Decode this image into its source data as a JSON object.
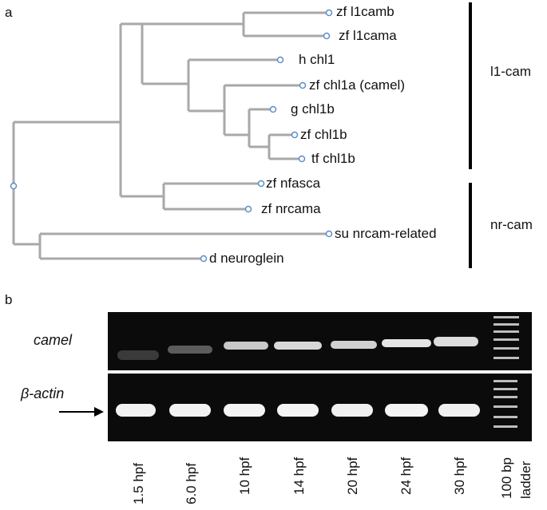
{
  "panel_a": {
    "letter": "a",
    "leaves": [
      {
        "label": "zf l1camb"
      },
      {
        "label": "zf l1cama"
      },
      {
        "label": "h chl1"
      },
      {
        "label": "zf chl1a (camel)"
      },
      {
        "label": "g chl1b"
      },
      {
        "label": "zf chl1b"
      },
      {
        "label": "tf chl1b"
      },
      {
        "label": "zf nfasca"
      },
      {
        "label": "zf nrcama"
      },
      {
        "label": "su nrcam-related"
      },
      {
        "label": "d neuroglein"
      }
    ],
    "groups": [
      {
        "label": "l1-cam"
      },
      {
        "label": "nr-cam"
      }
    ],
    "colors": {
      "branch": "#a8a8a8",
      "node": "#5b8ec9"
    }
  },
  "panel_b": {
    "letter": "b",
    "rows": [
      {
        "label": "camel"
      },
      {
        "label": "β-actin"
      }
    ],
    "lanes": [
      {
        "label": "1.5 hpf"
      },
      {
        "label": "6.0 hpf"
      },
      {
        "label": "10 hpf"
      },
      {
        "label": "14 hpf"
      },
      {
        "label": "20 hpf"
      },
      {
        "label": "24 hpf"
      },
      {
        "label": "30 hpf"
      }
    ],
    "ladder": {
      "label_line1": "100 bp",
      "label_line2": "ladder"
    }
  }
}
